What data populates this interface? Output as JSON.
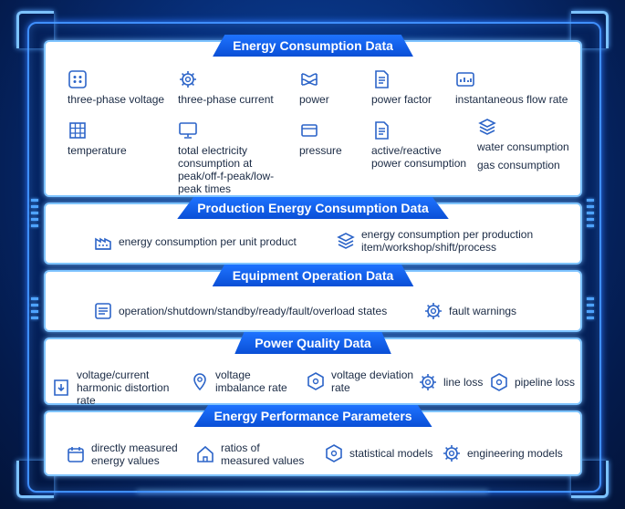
{
  "sections": [
    {
      "title": "Energy Consumption Data",
      "items": [
        {
          "label": "three-phase voltage",
          "icon": "dots-grid-icon"
        },
        {
          "label": "three-phase current",
          "icon": "gear-icon"
        },
        {
          "label": "power",
          "icon": "wave-icon"
        },
        {
          "label": "power factor",
          "icon": "document-icon"
        },
        {
          "label": "instantaneous flow rate",
          "icon": "dashboard-icon"
        },
        {
          "label": "temperature",
          "icon": "grid-icon"
        },
        {
          "label": "total electricity consumption at peak/off-f-peak/low-peak times",
          "icon": "monitor-icon"
        },
        {
          "label": "pressure",
          "icon": "screen-icon"
        },
        {
          "label": "active/reactive power consumption",
          "icon": "document-icon"
        },
        {
          "label": "water consumption",
          "icon": "layers-icon"
        },
        {
          "label": "gas consumption",
          "icon": ""
        }
      ]
    },
    {
      "title": "Production Energy Consumption Data",
      "items": [
        {
          "label": "energy consumption per unit product",
          "icon": "factory-icon"
        },
        {
          "label": "energy consumption per production item/workshop/shift/process",
          "icon": "stack-icon"
        }
      ]
    },
    {
      "title": "Equipment Operation Data",
      "items": [
        {
          "label": "operation/shutdown/standby/ready/fault/overload states",
          "icon": "list-icon"
        },
        {
          "label": "fault warnings",
          "icon": "gear-icon"
        }
      ]
    },
    {
      "title": "Power Quality Data",
      "items": [
        {
          "label": "voltage/current harmonic distortion rate",
          "icon": "download-doc-icon"
        },
        {
          "label": "voltage imbalance rate",
          "icon": "location-pin-icon"
        },
        {
          "label": "voltage deviation rate",
          "icon": "hexagon-icon"
        },
        {
          "label": "line loss",
          "icon": "gear-icon"
        },
        {
          "label": "pipeline loss",
          "icon": "hexagon-icon"
        }
      ]
    },
    {
      "title": "Energy Performance Parameters",
      "items": [
        {
          "label": "directly measured energy values",
          "icon": "calendar-icon"
        },
        {
          "label": "ratios of measured values",
          "icon": "home-icon"
        },
        {
          "label": "statistical models",
          "icon": "hexagon-icon"
        },
        {
          "label": "engineering models",
          "icon": "gear-icon"
        }
      ]
    }
  ],
  "colors": {
    "accent": "#1e73ff",
    "panel_border": "#7fc4ff",
    "icon": "#2c64c8",
    "text": "#1a2a44"
  }
}
